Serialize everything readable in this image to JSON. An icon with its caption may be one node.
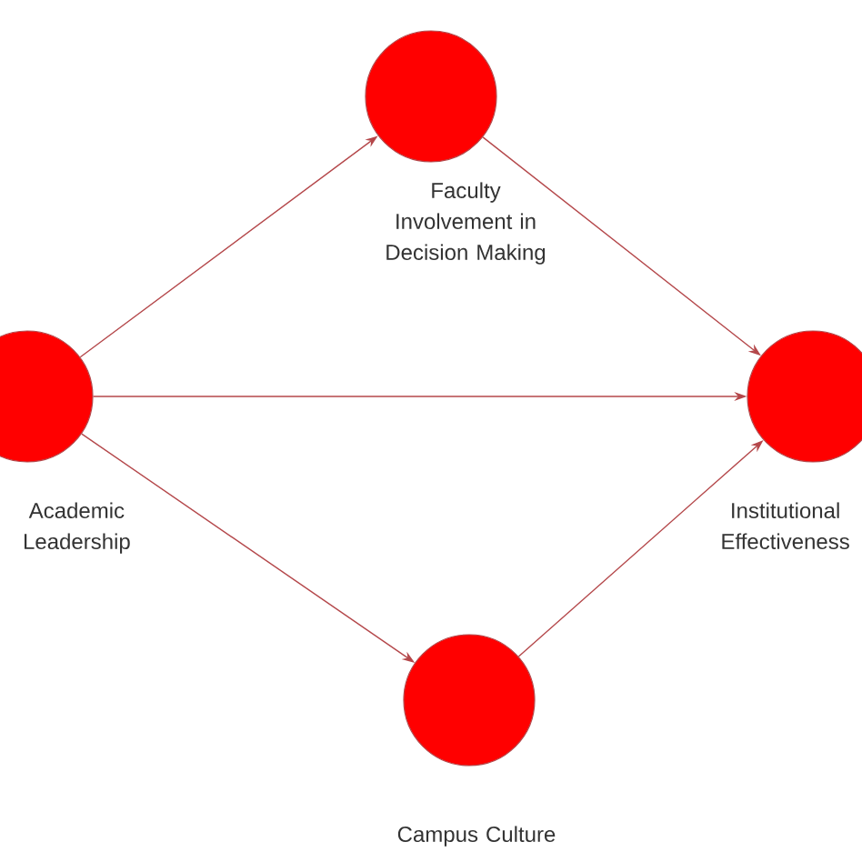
{
  "diagram": {
    "nodes": [
      {
        "text": [
          "Academic Leadership"
        ]
      },
      {
        "text": [
          "Faculty Involvement in Decision Making"
        ]
      },
      {
        "text": [
          "Campus Culture"
        ]
      },
      {
        "text": [
          "Institutional Effectiveness"
        ]
      }
    ],
    "edges": [
      {
        "from": 0,
        "to": 1,
        "arrow": "to"
      },
      {
        "from": 0,
        "to": 3,
        "arrow": "to"
      },
      {
        "from": 0,
        "to": 2,
        "arrow": "to"
      },
      {
        "from": 1,
        "to": 3,
        "arrow": "to"
      },
      {
        "from": 2,
        "to": 3,
        "arrow": "to"
      }
    ]
  }
}
